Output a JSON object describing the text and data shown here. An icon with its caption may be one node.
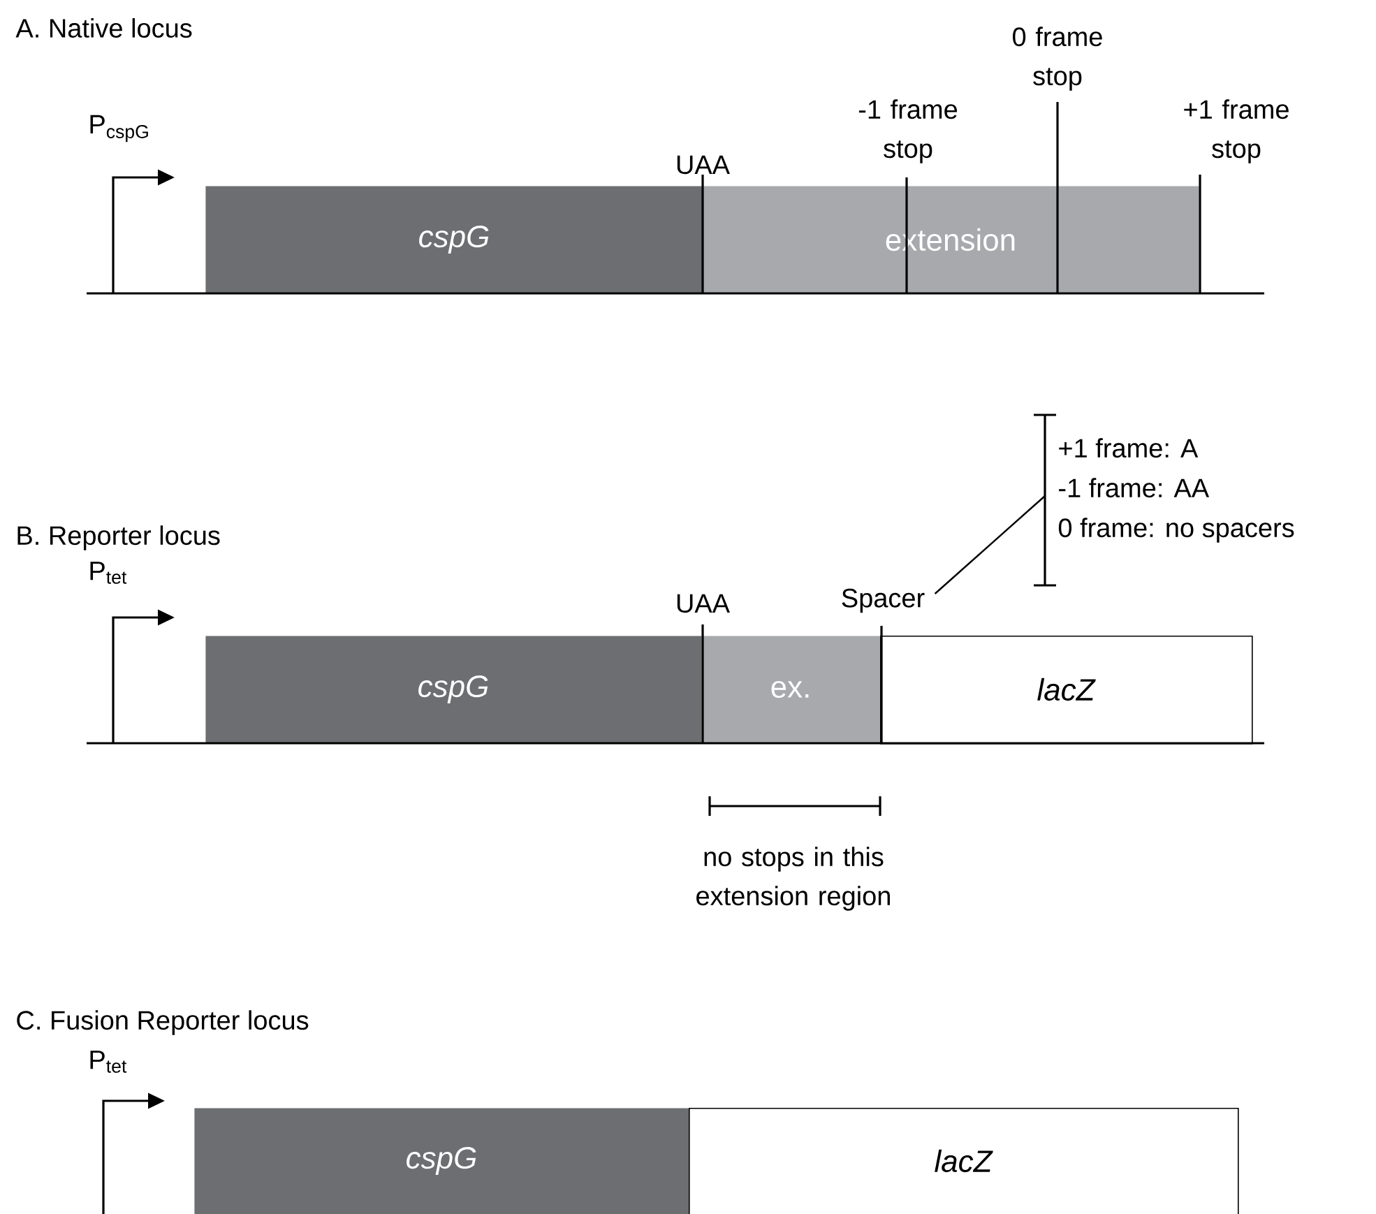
{
  "diagram": {
    "nodes": [
      {
        "text": [
          "cspG"
        ]
      },
      {
        "text": [
          "extension"
        ]
      },
      {
        "text": [
          "cspG"
        ]
      },
      {
        "text": [
          "ex."
        ]
      },
      {
        "text": [
          "lacZ"
        ]
      },
      {
        "text": [
          "Spacer"
        ]
      },
      {
        "text": [
          "+1 frame: A",
          "-1 frame: AA",
          "0 frame: no spacers"
        ]
      },
      {
        "text": [
          "cspG"
        ]
      },
      {
        "text": [
          "lacZ"
        ]
      }
    ],
    "edges": [
      {
        "from": 5,
        "to": 6,
        "arrow": "none"
      }
    ],
    "labels": [
      "A. Native locus",
      "P$_{cspG}$",
      "0 frame stop",
      "-1 frame stop",
      "+1 frame stop",
      "UAA",
      "B. Reporter locus",
      "P$_{tet}$",
      "UAA",
      "no stops in this extension region",
      "C. Fusion Reporter locus",
      "P$_{tet}$"
    ]
  }
}
